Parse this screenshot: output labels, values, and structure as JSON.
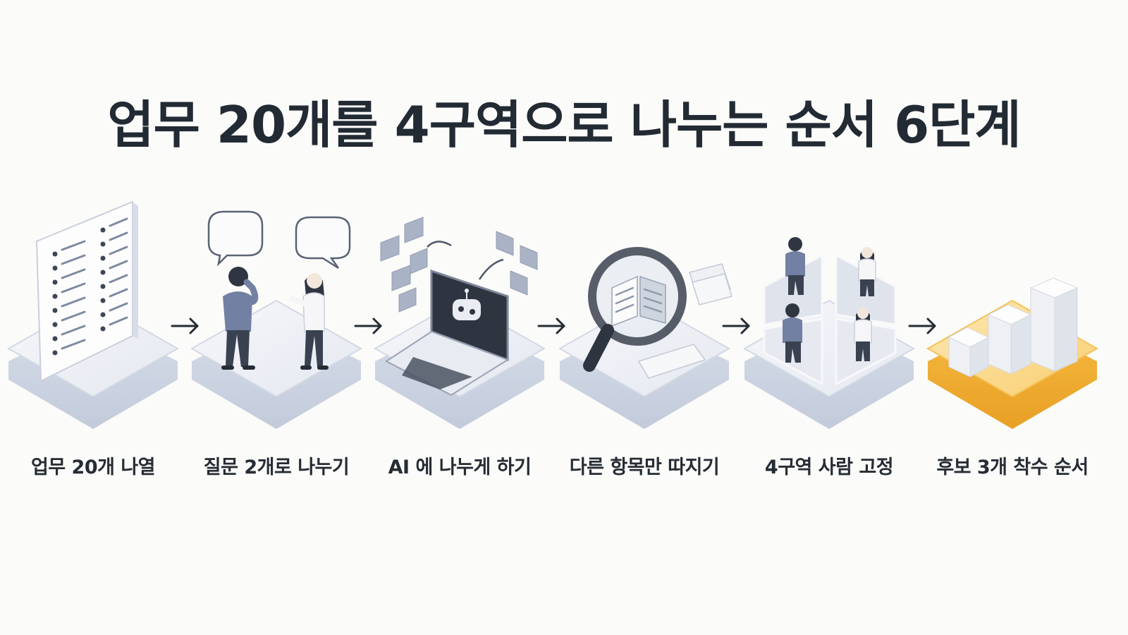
{
  "title": "업무 20개를 4구역으로 나누는 순서 6단계",
  "steps": [
    {
      "label": "업무 20개 나열"
    },
    {
      "label": "질문 2개로 나누기"
    },
    {
      "label": "AI 에 나누게 하기"
    },
    {
      "label": "다른 항목만 따지기"
    },
    {
      "label": "4구역 사람 고정"
    },
    {
      "label": "후보 3개 착수 순서"
    }
  ],
  "colors": {
    "platform": "#cfd6e4",
    "platform_top": "#f1f3f7",
    "highlight_platform": "#f2b33a",
    "ink": "#3d4654",
    "text": "#262c33"
  },
  "icons": [
    "list-sheet-icon",
    "two-people-talking-icon",
    "laptop-robot-icon",
    "magnifier-documents-icon",
    "four-quadrant-people-icon",
    "bar-blocks-icon"
  ]
}
